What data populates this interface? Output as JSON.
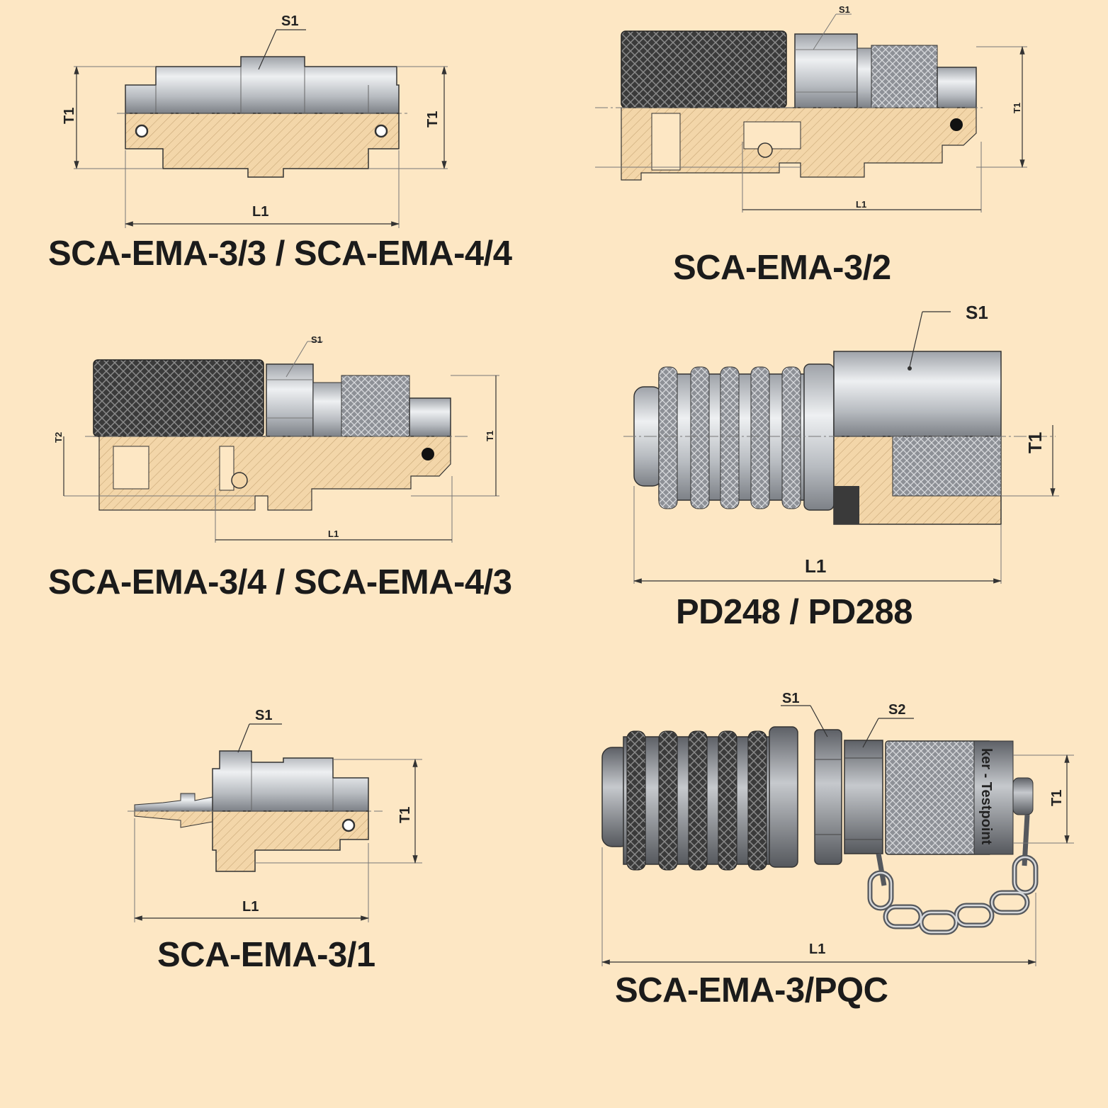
{
  "colors": {
    "background": "#fde7c4",
    "metal": "#c9ccd0",
    "metal_dark": "#7b7f85",
    "knurl": "#3a3a3a",
    "section": "#f3d6a9",
    "outline": "#333333"
  },
  "dimensions": {
    "s1": "S1",
    "s2": "S2",
    "t1": "T1",
    "t2": "T2",
    "l1": "L1"
  },
  "products": [
    {
      "title": "SCA-EMA-3/3 / SCA-EMA-4/4"
    },
    {
      "title": "SCA-EMA-3/2"
    },
    {
      "title": "SCA-EMA-3/4 / SCA-EMA-4/3"
    },
    {
      "title": "PD248 / PD288"
    },
    {
      "title": "SCA-EMA-3/1"
    },
    {
      "title": "SCA-EMA-3/PQC"
    }
  ],
  "pqc_body_text": "ker - Testpoint"
}
